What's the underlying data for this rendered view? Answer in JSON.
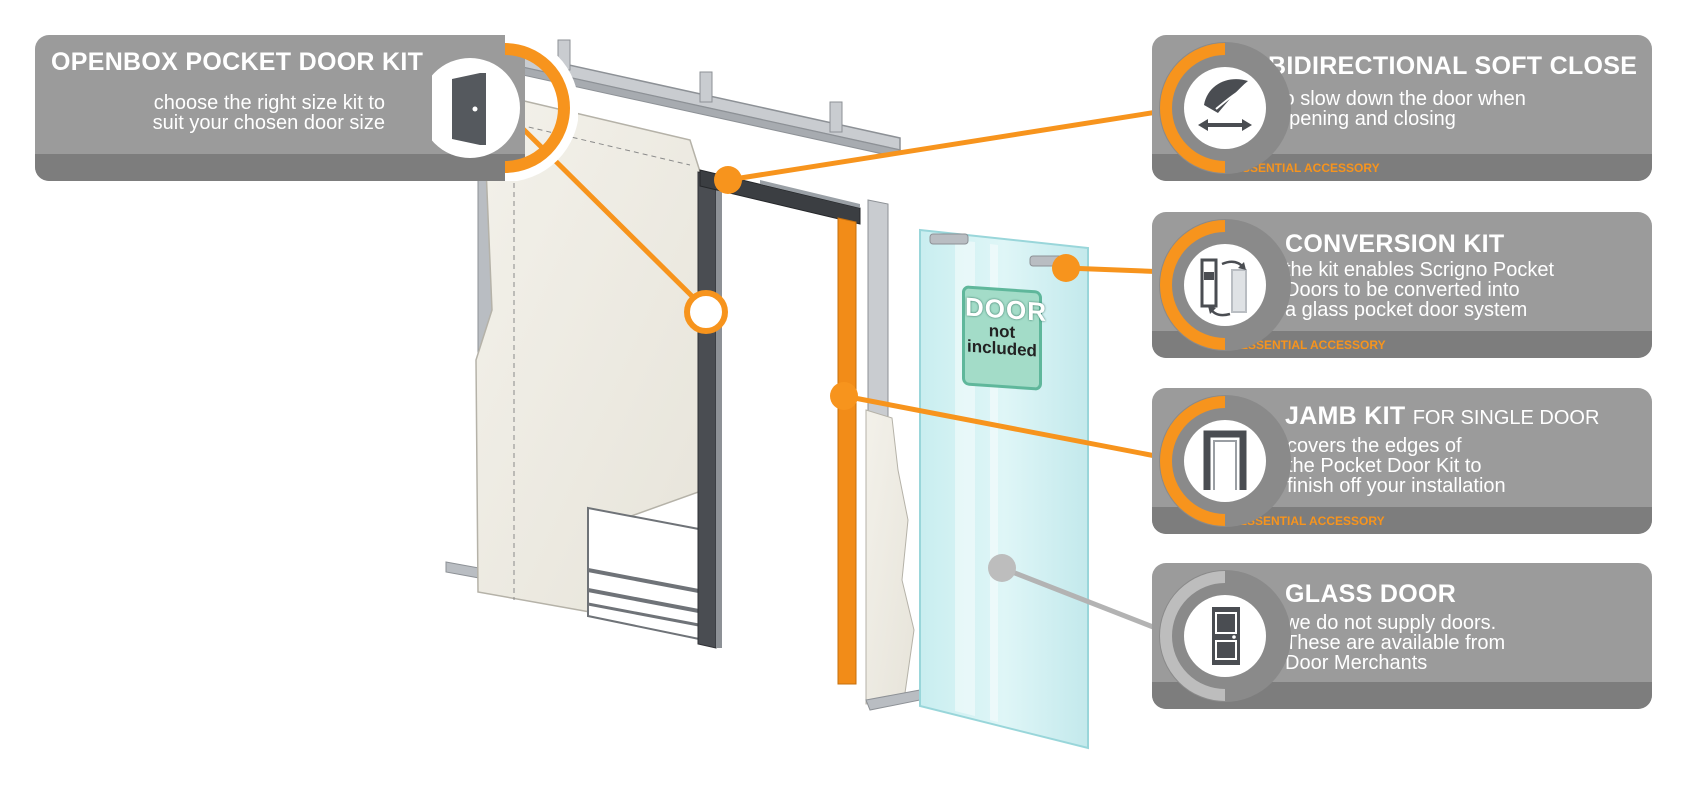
{
  "accessory_label": "ESSENTIAL ACCESSORY",
  "colors": {
    "orange": "#f7941d",
    "panel_grey": "#9b9b9b",
    "strip_grey": "#7d7d7d",
    "glass": "#cfeff0"
  },
  "sign": {
    "line1": "DOOR",
    "line2": "not",
    "line3": "included"
  },
  "callouts": [
    {
      "title": "OPENBOX POCKET DOOR KIT",
      "desc": [
        "choose the right size kit to",
        "suit your chosen door size"
      ],
      "icon": "door-icon"
    },
    {
      "title": "BIDIRECTIONAL SOFT CLOSE",
      "desc": [
        "to slow down the door when",
        "opening and closing"
      ],
      "icon": "feather-arrows-icon"
    },
    {
      "title": "CONVERSION KIT",
      "desc": [
        "the kit enables Scrigno Pocket",
        "Doors to be converted into",
        "a glass pocket door system"
      ],
      "icon": "conversion-arrows-icon"
    },
    {
      "title": "JAMB KIT",
      "title_suffix": "FOR SINGLE DOOR",
      "desc": [
        "covers the edges of",
        "the Pocket Door Kit to",
        "finish off your installation"
      ],
      "icon": "door-frame-icon"
    },
    {
      "title": "GLASS DOOR",
      "desc": [
        "we do not supply doors.",
        "These are available from",
        "Door Merchants"
      ],
      "icon": "panel-door-icon"
    }
  ]
}
